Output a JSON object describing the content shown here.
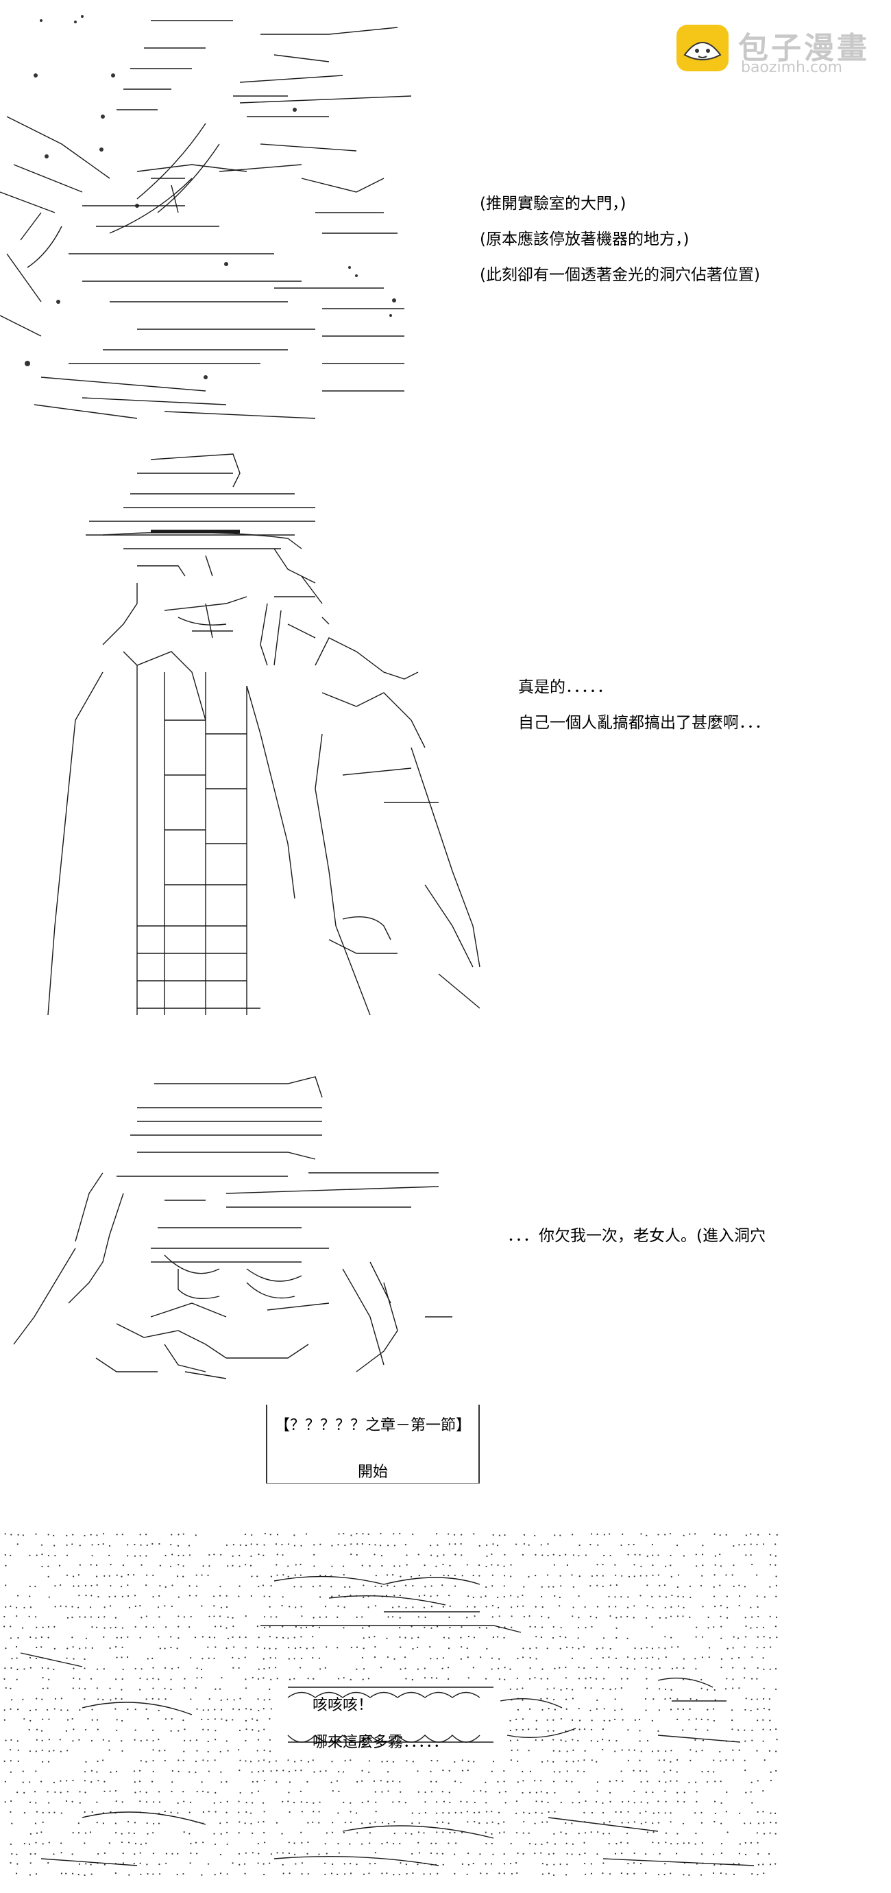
{
  "watermark": {
    "title": "包子漫畫",
    "url": "baozimh.com"
  },
  "panel1": {
    "narration": [
      "(推開實驗室的大門，)",
      "(原本應該停放著機器的地方，)",
      "(此刻卻有一個透著金光的洞穴佔著位置)"
    ]
  },
  "panel2": {
    "dialogue": [
      "真是的．．．．．",
      "自己一個人亂搞都搞出了甚麼啊．．．"
    ]
  },
  "panel3": {
    "dialogue": "．．．你欠我一次，老女人。(進入洞穴"
  },
  "chapter": {
    "title": "【？？？？？之章－第一節】",
    "subtitle": "開始"
  },
  "panel4": {
    "cough": "咳咳咳！",
    "fog": "哪來這麼多霧．．．．．"
  }
}
